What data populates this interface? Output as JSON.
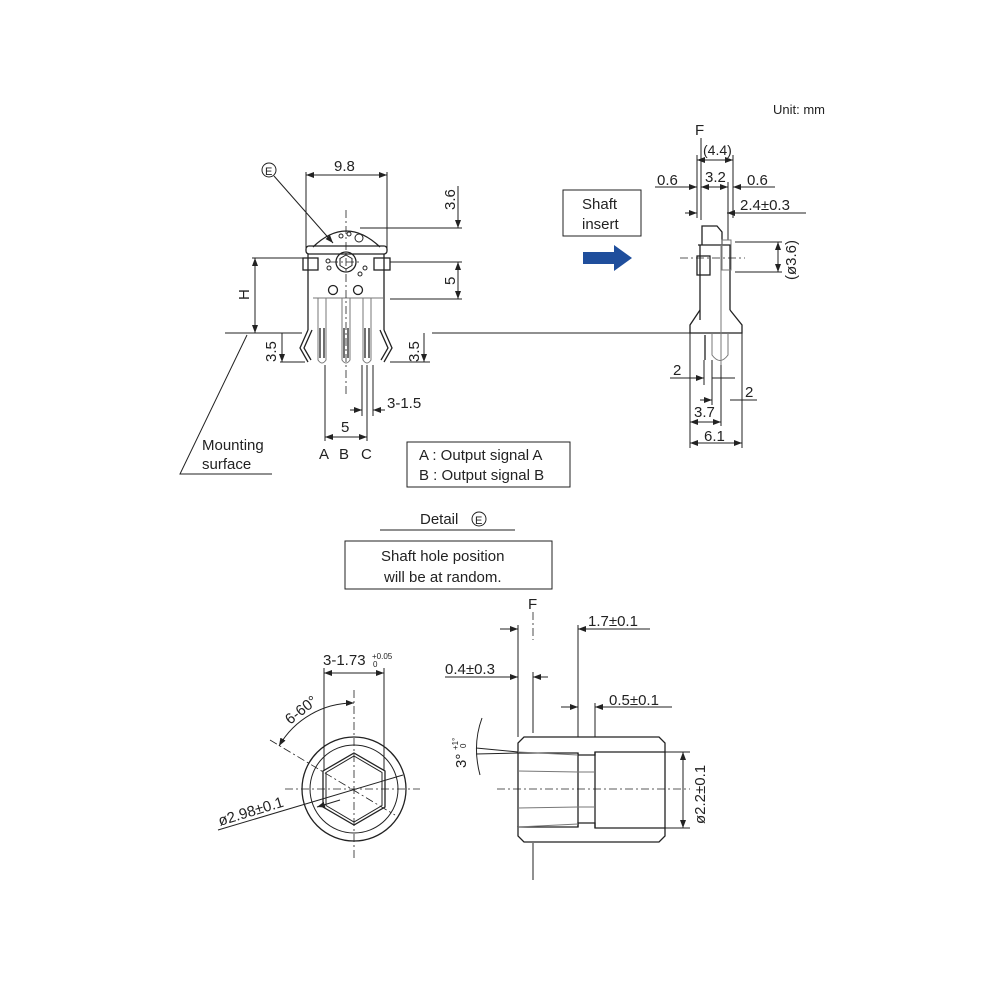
{
  "unit_label": "Unit: mm",
  "front_view": {
    "detail_marker": "E",
    "dim_width": "9.8",
    "dim_top": "3.6",
    "dim_mid": "5",
    "dim_height": "H",
    "dim_leg_left": "3.5",
    "dim_leg_right": "3.5",
    "dim_pin_dia": "3-1.5",
    "dim_pin_pitch": "5",
    "pins": [
      "A",
      "B",
      "C"
    ],
    "mounting_label_1": "Mounting",
    "mounting_label_2": "surface"
  },
  "legend": {
    "line_a": "A : Output signal A",
    "line_b": "B : Output signal B"
  },
  "shaft_insert": {
    "line_1": "Shaft",
    "line_2": "insert",
    "arrow_color": "#1f4e9c"
  },
  "side_view": {
    "label_f": "F",
    "dim_overall": "(4.4)",
    "dim_left": "0.6",
    "dim_center": "3.2",
    "dim_right": "0.6",
    "dim_offset": "2.4±0.3",
    "dim_dia": "(ø3.6)",
    "dim_pin_left": "2",
    "dim_pin_right": "2",
    "dim_mid": "3.7",
    "dim_total": "6.1"
  },
  "detail": {
    "title_prefix": "Detail",
    "title_marker": "E",
    "note_1": "Shaft hole position",
    "note_2": "will be at random.",
    "hex_across": "3-1.73",
    "hex_tol_upper": "+0.05",
    "hex_tol_lower": "0",
    "hex_angle": "6-60°",
    "hole_dia": "ø2.98±0.1",
    "label_f": "F",
    "dim_length": "1.7±0.1",
    "dim_offset": "0.4±0.3",
    "dim_step": "0.5±0.1",
    "taper_angle": "3°",
    "taper_tol_upper": "+1°",
    "taper_tol_lower": "0",
    "bore_dia": "ø2.2±0.1"
  }
}
